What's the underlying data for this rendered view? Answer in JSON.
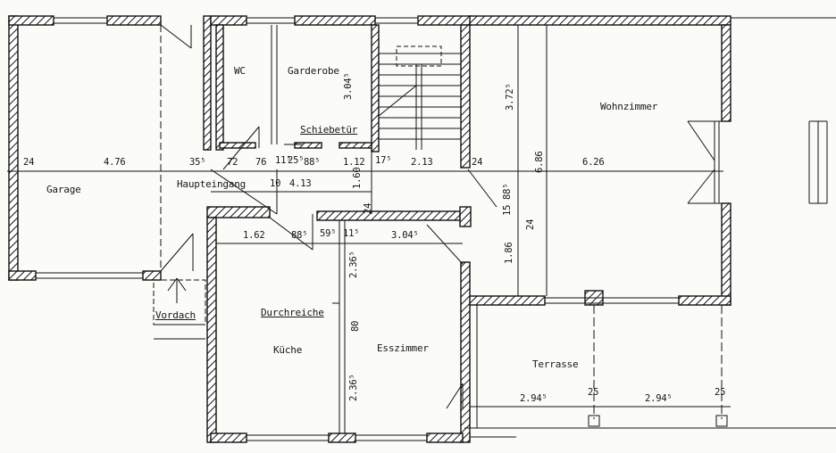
{
  "rooms": {
    "wc": "WC",
    "garderobe": "Garderobe",
    "wohnzimmer": "Wohnzimmer",
    "garage": "Garage",
    "haupteingang": "Haupteingang",
    "kueche": "Küche",
    "esszimmer": "Esszimmer",
    "terrasse": "Terrasse"
  },
  "annotations": {
    "schiebetuer": "Schiebetür",
    "durchreiche": "Durchreiche",
    "vordach": "Vordach"
  },
  "dimensions": {
    "horizontal_main": [
      "24",
      "4.76",
      "35⁵",
      "72",
      "76",
      "11⁵",
      "25⁵",
      "88⁵",
      "1.12",
      "17⁵",
      "2.13",
      "24",
      "6.26"
    ],
    "horizontal_sub": [
      "10",
      "4.13"
    ],
    "horizontal_kitchen": [
      "1.62",
      "88⁵",
      "59⁵",
      "11⁵",
      "3.04⁵"
    ],
    "terrace": [
      "2.94⁵",
      "25",
      "2.94⁵",
      "25"
    ],
    "vertical": {
      "garderobe": "3.04⁵",
      "hall": "1.60",
      "hall_wall": "24",
      "living_left": "3.72⁵",
      "living_height": "6.86",
      "small_a": "15",
      "small_b": "88⁵",
      "small_c": "24",
      "dining_lower": "1.86",
      "pass_through_top": "2.36⁵",
      "pass_through": "80",
      "pass_through_bottom": "2.36⁵"
    }
  }
}
